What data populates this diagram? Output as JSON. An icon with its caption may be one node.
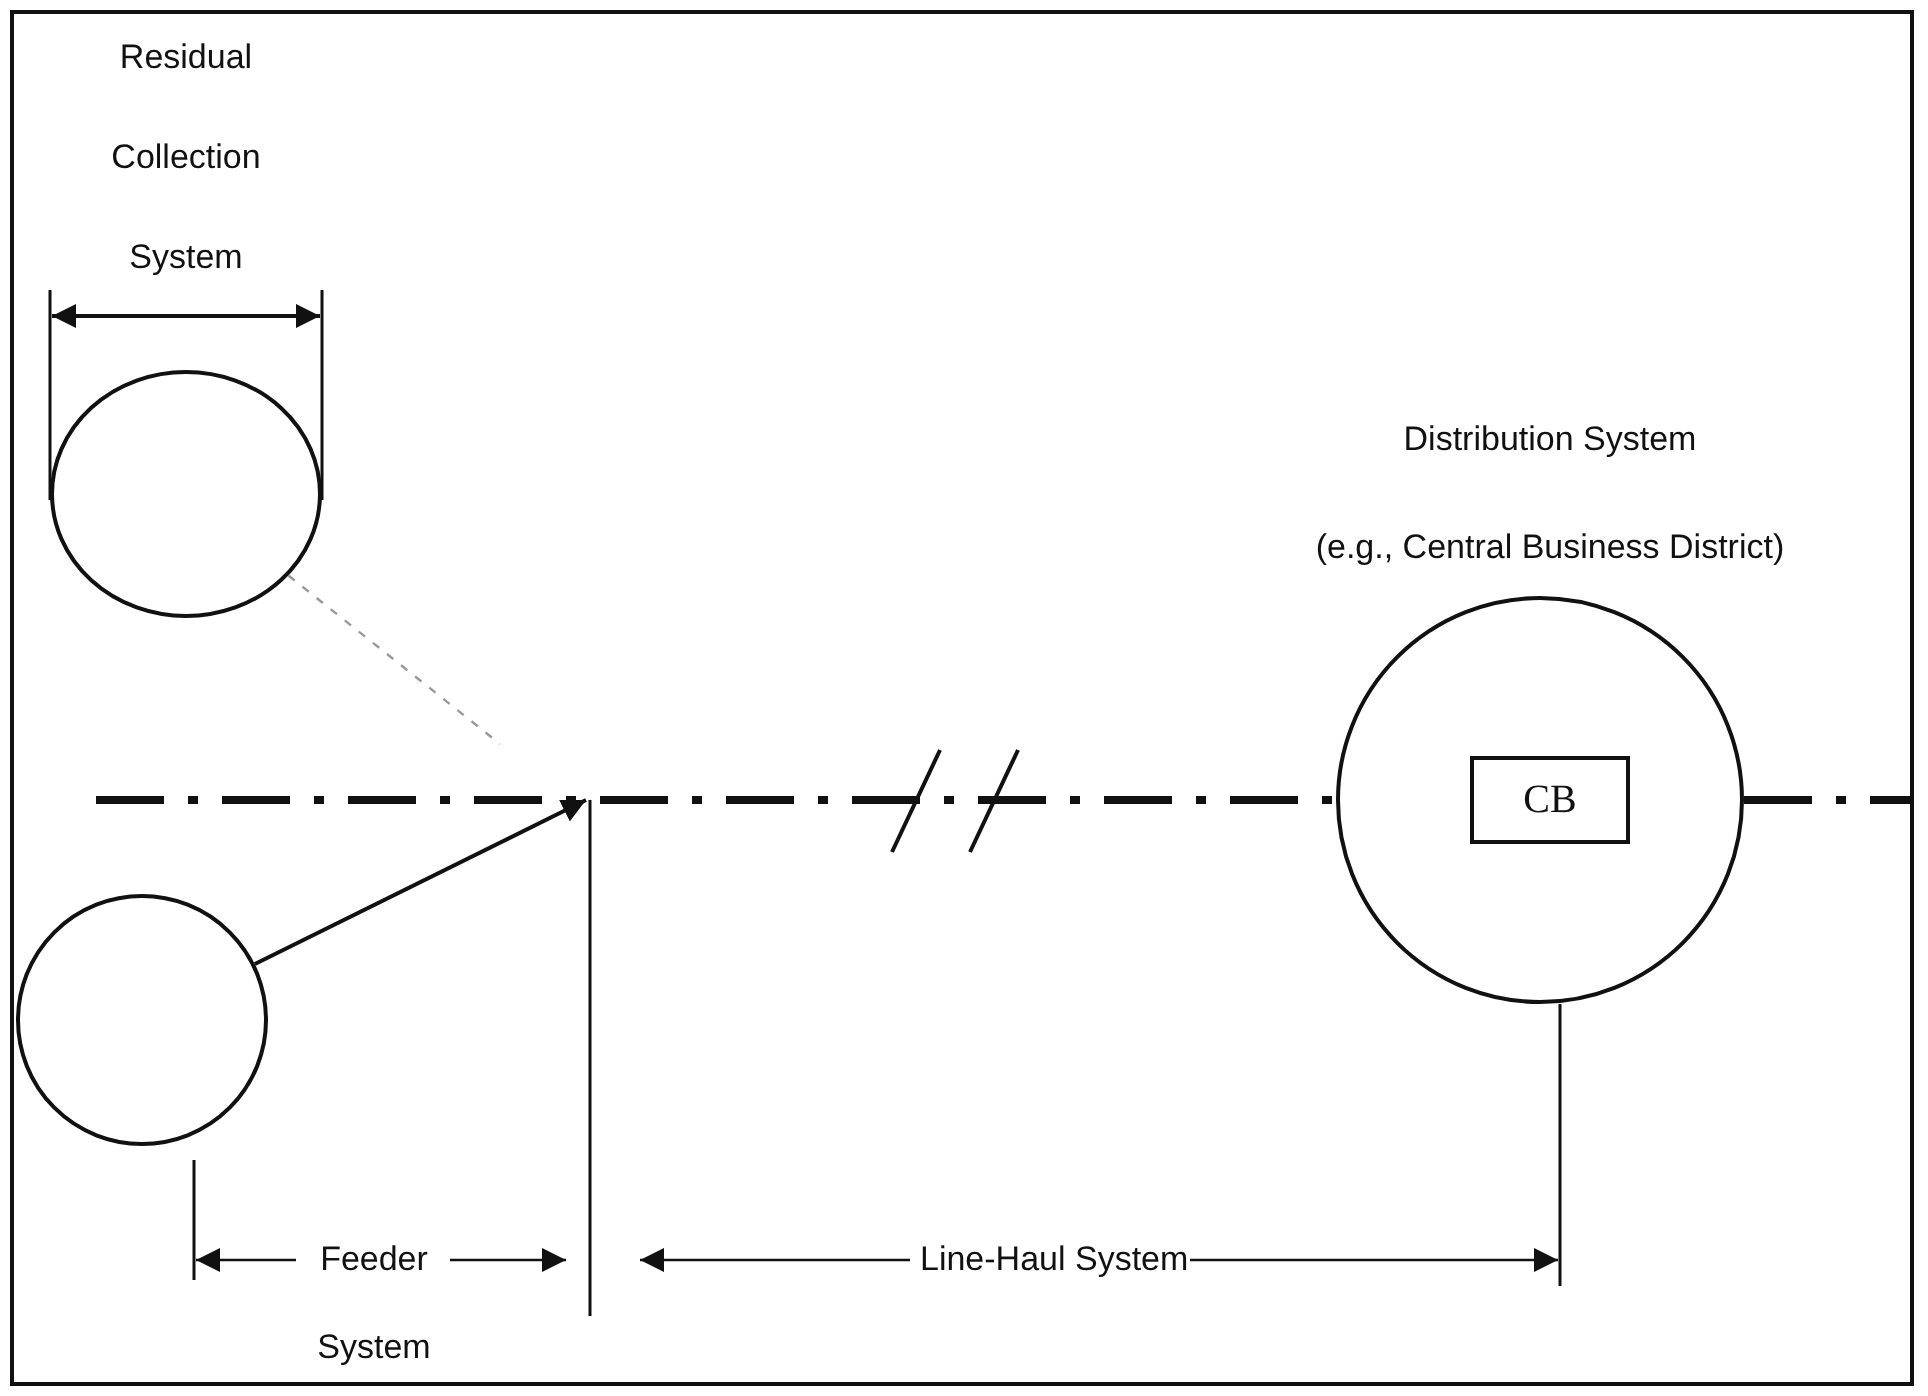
{
  "diagram": {
    "nodes": [
      {
        "text": [],
        "shape": "circle"
      },
      {
        "text": [],
        "shape": "circle"
      },
      {
        "text": [
          "Distribution System",
          "(e.g., Central Business District)"
        ]
      },
      {
        "text": [
          "CB"
        ],
        "in": 2
      }
    ],
    "edges": [
      {
        "from": 1,
        "to": null,
        "arrow": "to"
      },
      {
        "from": 0,
        "to": null,
        "arrow": "none",
        "style": "dashed",
        "color": "#999999"
      },
      {
        "from": null,
        "to": 2,
        "arrow": "none",
        "style": "dashed"
      },
      {
        "from": 2,
        "to": null,
        "arrow": "none",
        "style": "dashed"
      }
    ],
    "labels": [
      "Residual Collection System",
      "Feeder System",
      "Line-Haul System"
    ]
  }
}
